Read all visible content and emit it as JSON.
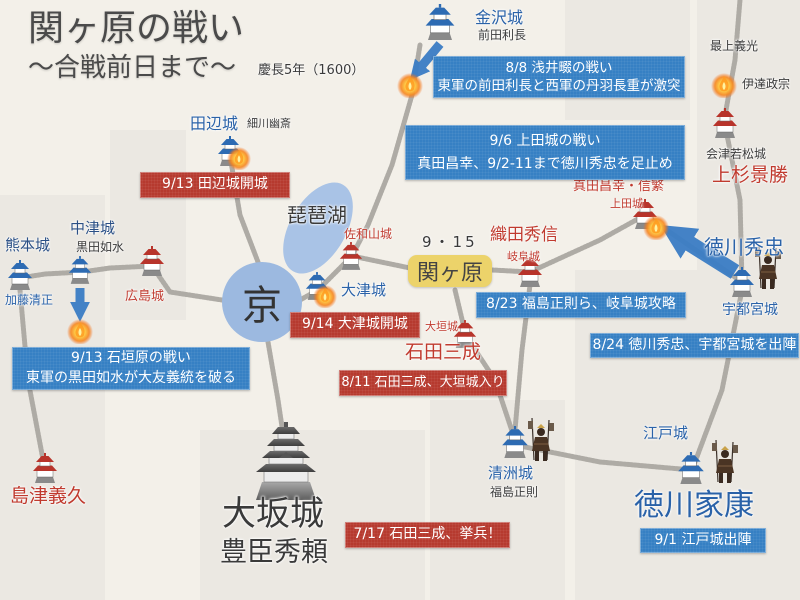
{
  "header": {
    "title": "関ヶ原の戦い",
    "subtitle": "〜合戦前日まで〜",
    "era": "慶長5年（1600）"
  },
  "places": {
    "kyoto": "京",
    "biwako": "琵琶湖",
    "sekigahara": "関ヶ原",
    "battle_date": "9・15"
  },
  "castles": {
    "kanazawa": {
      "name": "金沢城",
      "lord": "前田利長"
    },
    "tanabe": {
      "name": "田辺城",
      "lord": "細川幽斎"
    },
    "aizu": {
      "name": "会津若松城",
      "lord": "上杉景勝"
    },
    "ueda": {
      "name": "上田城",
      "lord": "真田昌幸・信繁"
    },
    "kumamoto": {
      "name": "熊本城",
      "lord": "加藤清正"
    },
    "nakatsu": {
      "name": "中津城",
      "lord": "黒田如水"
    },
    "hiroshima": {
      "name": "広島城"
    },
    "sawayama": {
      "name": "佐和山城"
    },
    "gifu": {
      "name": "岐阜城",
      "lord": "織田秀信"
    },
    "otsu": {
      "name": "大津城"
    },
    "utsunomiya": {
      "name": "宇都宮城",
      "lord": "徳川秀忠"
    },
    "ogaki": {
      "name": "大垣城",
      "lord": "石田三成"
    },
    "edo": {
      "name": "江戸城",
      "lord": "徳川家康"
    },
    "kiyosu": {
      "name": "清洲城",
      "lord": "福島正則"
    },
    "shimazu": {
      "lord": "島津義久"
    },
    "osaka": {
      "name": "大坂城",
      "lord": "豊臣秀頼"
    }
  },
  "other_lords": {
    "mogami": "最上義光",
    "date": "伊達政宗"
  },
  "events": {
    "asai": {
      "line1": "8/8 浅井畷の戦い",
      "line2": "東軍の前田利長と西軍の丹羽長重が激突"
    },
    "tanabe_fall": {
      "line1": "9/13 田辺城開城"
    },
    "ueda_battle": {
      "line1": "9/6 上田城の戦い",
      "line2": "真田昌幸、9/2-11まで徳川秀忠を足止め"
    },
    "gifu_capture": {
      "line1": "8/23 福島正則ら、岐阜城攻略"
    },
    "otsu_fall": {
      "line1": "9/14 大津城開城"
    },
    "utsunomiya_depart": {
      "line1": "8/24 徳川秀忠、宇都宮城を出陣"
    },
    "ishigakibaru": {
      "line1": "9/13 石垣原の戦い",
      "line2": "東軍の黒田如水が大友義統を破る"
    },
    "ogaki_entry": {
      "line1": "8/11 石田三成、大垣城入り"
    },
    "uprising": {
      "line1": "7/17 石田三成、挙兵！"
    },
    "edo_depart": {
      "line1": "9/1 江戸城出陣"
    }
  },
  "colors": {
    "east_box": "#3680c4",
    "west_box": "#b63a2f",
    "east_label": "#2a62a8",
    "west_label": "#c03a2e",
    "lake": "#a9c3e6",
    "kyoto_circle": "#9cb9e0",
    "sekigahara_box": "#ecd36a",
    "arrow": "#3b7dc5",
    "road": "#aeaba5",
    "background": "#f3f0e9",
    "ink": "#3a3a3a"
  },
  "icons": [
    "castle-icon",
    "fire-icon",
    "samurai-army-icon",
    "arrow-icon"
  ]
}
